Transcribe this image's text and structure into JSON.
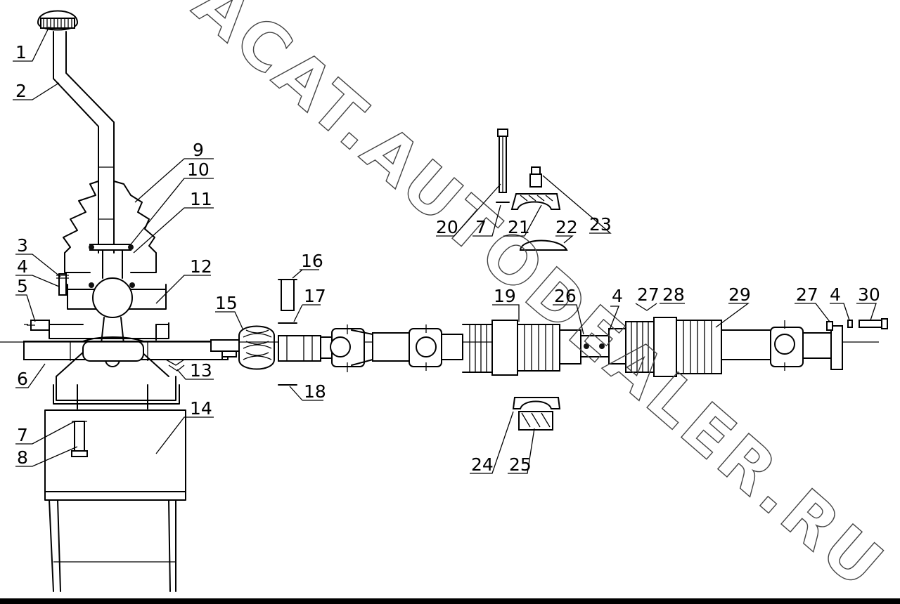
{
  "watermark": "ACAT.AUTODEALER.RU",
  "callouts": [
    "1",
    "2",
    "3",
    "4",
    "5",
    "6",
    "7",
    "8",
    "9",
    "10",
    "11",
    "12",
    "13",
    "14",
    "15",
    "16",
    "17",
    "18",
    "19",
    "20",
    "7",
    "21",
    "22",
    "23",
    "4",
    "27",
    "28",
    "29",
    "27",
    "4",
    "30",
    "26",
    "24",
    "25"
  ]
}
